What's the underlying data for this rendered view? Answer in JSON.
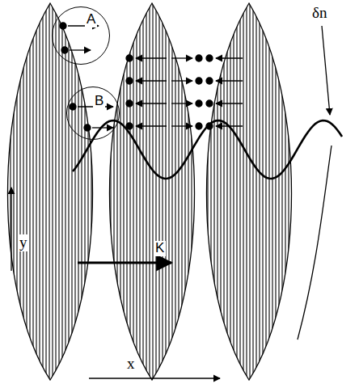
{
  "diagram": {
    "nodes": [
      {
        "text": [
          "A"
        ]
      },
      {
        "text": [
          "B"
        ]
      }
    ],
    "labels": [
      "δn",
      "y",
      "K",
      "x"
    ]
  }
}
